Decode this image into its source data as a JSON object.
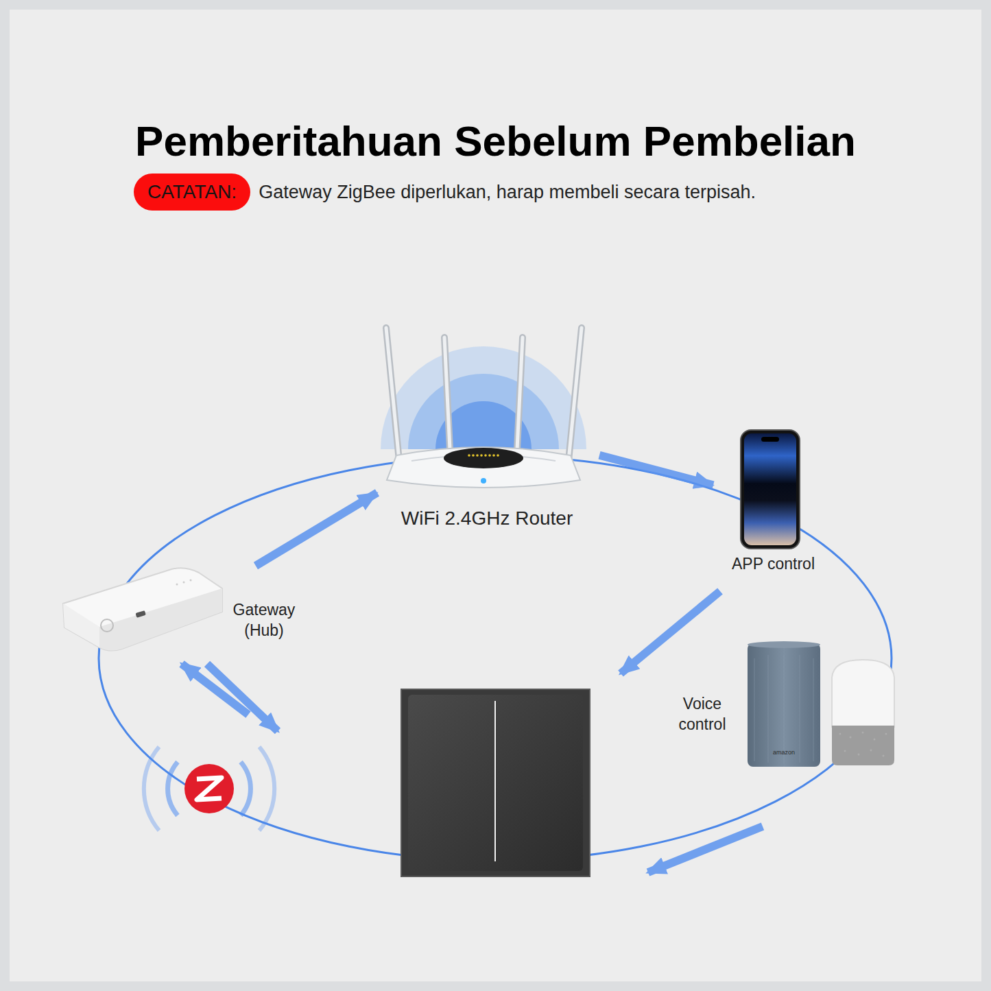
{
  "diagram": {
    "title": "Pemberitahuan Sebelum Pembelian",
    "nodes": [
      {
        "text": [
          "CATATAN:"
        ]
      },
      {
        "text": [
          "WiFi 2.4GHz Router"
        ]
      },
      {
        "text": [
          "APP control"
        ]
      },
      {
        "text": [
          "Gateway (Hub)"
        ]
      },
      {
        "text": [
          "Voice control"
        ]
      }
    ],
    "edges": [
      {
        "from": 3,
        "to": 1,
        "arrow": "to"
      },
      {
        "from": 1,
        "to": 2,
        "arrow": "to"
      }
    ],
    "labels": [
      "Gateway ZigBee diperlukan, harap membeli secara terpisah.",
      "amazon"
    ]
  }
}
